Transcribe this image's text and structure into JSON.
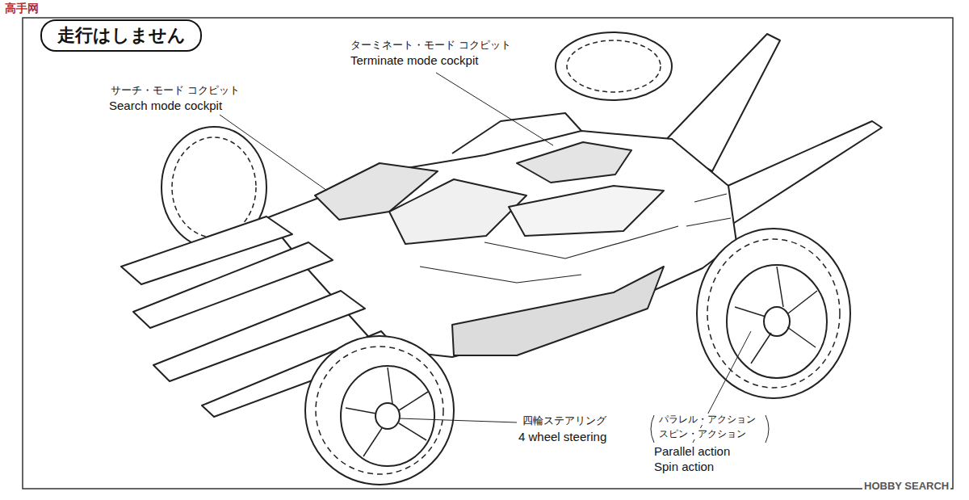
{
  "diagram": {
    "nodes": [
      {
        "text": [
          "走行はしません"
        ]
      }
    ],
    "labels": [
      "高手网",
      "ターミネート・モード コクピット",
      "Terminate mode cockpit",
      "サーチ・モード コクピット",
      "Search mode cockpit",
      "四輪ステアリング",
      "4 wheel steering",
      "パラレル・アクション",
      "スピン・アクション",
      "Parallel action",
      "Spin action",
      "HOBBY SEARCH"
    ]
  }
}
